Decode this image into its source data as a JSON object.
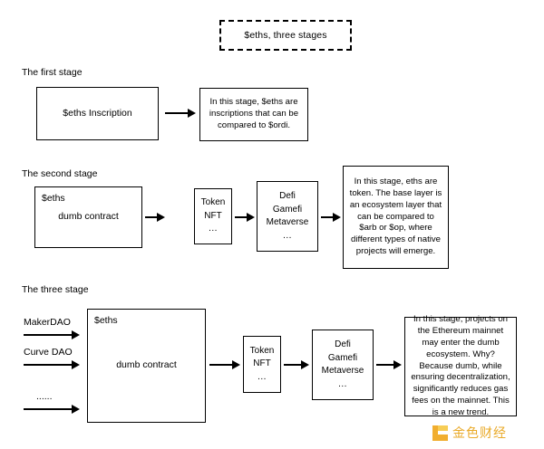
{
  "page": {
    "background_color": "#ffffff",
    "stroke_color": "#000000"
  },
  "title": {
    "text": "$eths, three stages",
    "border_style": "dashed"
  },
  "stages": [
    {
      "label": "The first stage",
      "source_box": {
        "text": "$eths  Inscription"
      },
      "description": "In this stage, $eths are inscriptions that can be compared to $ordi."
    },
    {
      "label": "The second stage",
      "source_box": {
        "corner_label": "$eths",
        "text": "dumb contract"
      },
      "middle_boxes": [
        {
          "lines": [
            "Token",
            "NFT"
          ],
          "dots": "..."
        },
        {
          "lines": [
            "Defi",
            "Gamefi",
            "Metaverse"
          ],
          "dots": "..."
        }
      ],
      "description": "In this stage, eths are token. The base layer is an ecosystem layer that can be compared to $arb or $op, where different types of native projects will emerge."
    },
    {
      "label": "The three stage",
      "inputs": [
        "MakerDAO",
        "Curve DAO",
        "......"
      ],
      "source_box": {
        "corner_label": "$eths",
        "text": "dumb contract"
      },
      "middle_boxes": [
        {
          "lines": [
            "Token",
            "NFT"
          ],
          "dots": "..."
        },
        {
          "lines": [
            "Defi",
            "Gamefi",
            "Metaverse"
          ],
          "dots": "..."
        }
      ],
      "description": "In this stage, projects on the Ethereum mainnet may enter the dumb ecosystem. Why? Because dumb, while ensuring decentralization, significantly reduces gas fees on the mainnet. This is a new trend."
    }
  ],
  "watermark": {
    "text": "金色财经",
    "accent_color": "#e8a317"
  }
}
